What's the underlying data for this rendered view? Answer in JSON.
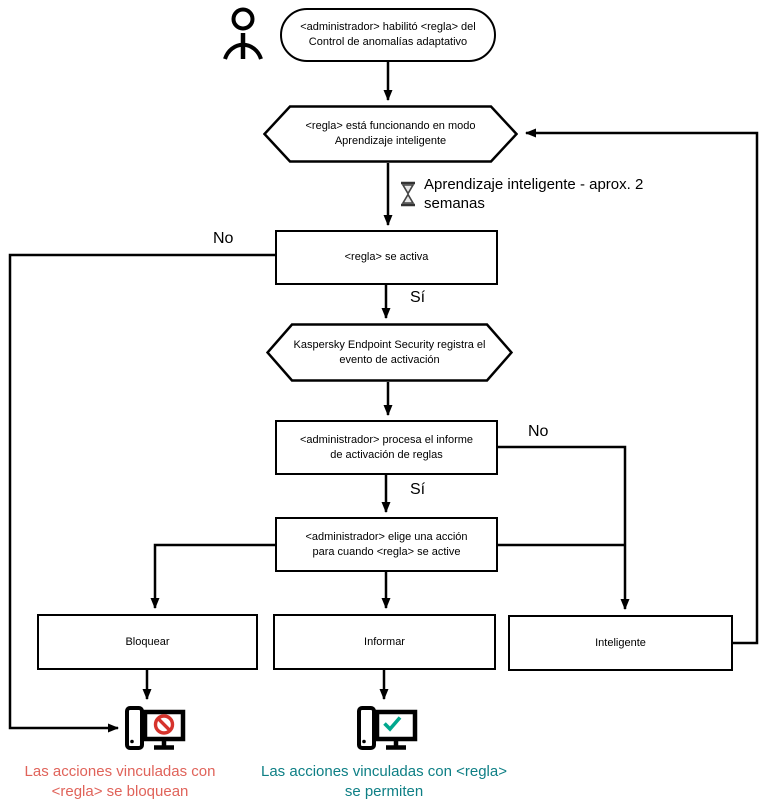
{
  "diagram": {
    "type": "flowchart",
    "language": "es",
    "nodes": {
      "start": {
        "shape": "stadium",
        "text": "<administrador> habilitó <regla> del Control de anomalías adaptativo"
      },
      "learning_mode": {
        "shape": "hexagon",
        "text": "<regla> está funcionando en modo Aprendizaje inteligente"
      },
      "rule_triggers": {
        "shape": "rect",
        "text": "<regla> se activa"
      },
      "event_logged": {
        "shape": "hexagon",
        "text": "Kaspersky Endpoint Security registra el evento de activación"
      },
      "admin_processes": {
        "shape": "rect",
        "text": "<administrador> procesa el informe de activación de reglas"
      },
      "admin_chooses": {
        "shape": "rect",
        "text": "<administrador> elige una acción para cuando <regla> se active"
      },
      "action_block": {
        "shape": "rect",
        "text": "Bloquear"
      },
      "action_inform": {
        "shape": "rect",
        "text": "Informar"
      },
      "action_smart": {
        "shape": "rect",
        "text": "Inteligente"
      }
    },
    "labels": {
      "no_left": "No",
      "yes_after_trigger": "Sí",
      "no_right": "No",
      "yes_after_report": "Sí",
      "learning_duration": "Aprendizaje inteligente - aprox. 2 semanas"
    },
    "captions": {
      "blocked": "Las acciones vinculadas con <regla> se bloquean",
      "allowed": "Las acciones vinculadas con <regla> se permiten"
    },
    "icons": {
      "person": "person-icon",
      "hourglass": "hourglass-icon",
      "computer_blocked": "computer-blocked-icon",
      "computer_allowed": "computer-allowed-icon"
    },
    "colors": {
      "line": "#000000",
      "blocked_caption_text": "#e0635a",
      "allowed_caption_text": "#0e7f85",
      "prohibition_sign": "#d6332c",
      "check_sign": "#00a88e"
    }
  }
}
